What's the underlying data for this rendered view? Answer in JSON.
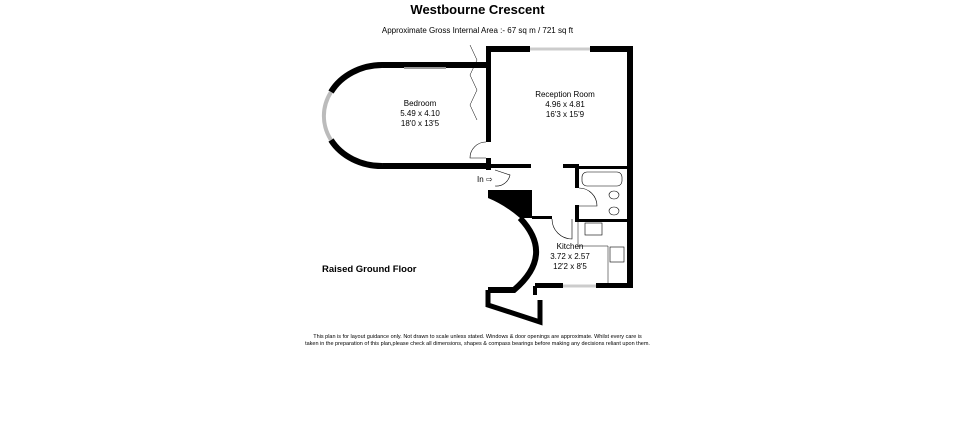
{
  "title": "Westbourne Crescent",
  "area": "Approximate Gross Internal Area :- 67 sq m / 721 sq ft",
  "floor_label": "Raised Ground Floor",
  "entrance_label": "In",
  "rooms": [
    {
      "name": "Bedroom",
      "metric": "5.49 x 4.10",
      "imperial": "18'0 x 13'5"
    },
    {
      "name": "Reception Room",
      "metric": "4.96 x 4.81",
      "imperial": "16'3 x 15'9"
    },
    {
      "name": "Kitchen",
      "metric": "3.72 x 2.57",
      "imperial": "12'2 x 8'5"
    }
  ],
  "disclaimer": [
    "This plan is for layout guidance only. Not drawn to scale unless stated. Windows & door openings are approximate. Whilst every care is",
    "taken in the preparation of this plan,please check all dimensions, shapes & compass bearings before making any decisions reliant upon them."
  ]
}
